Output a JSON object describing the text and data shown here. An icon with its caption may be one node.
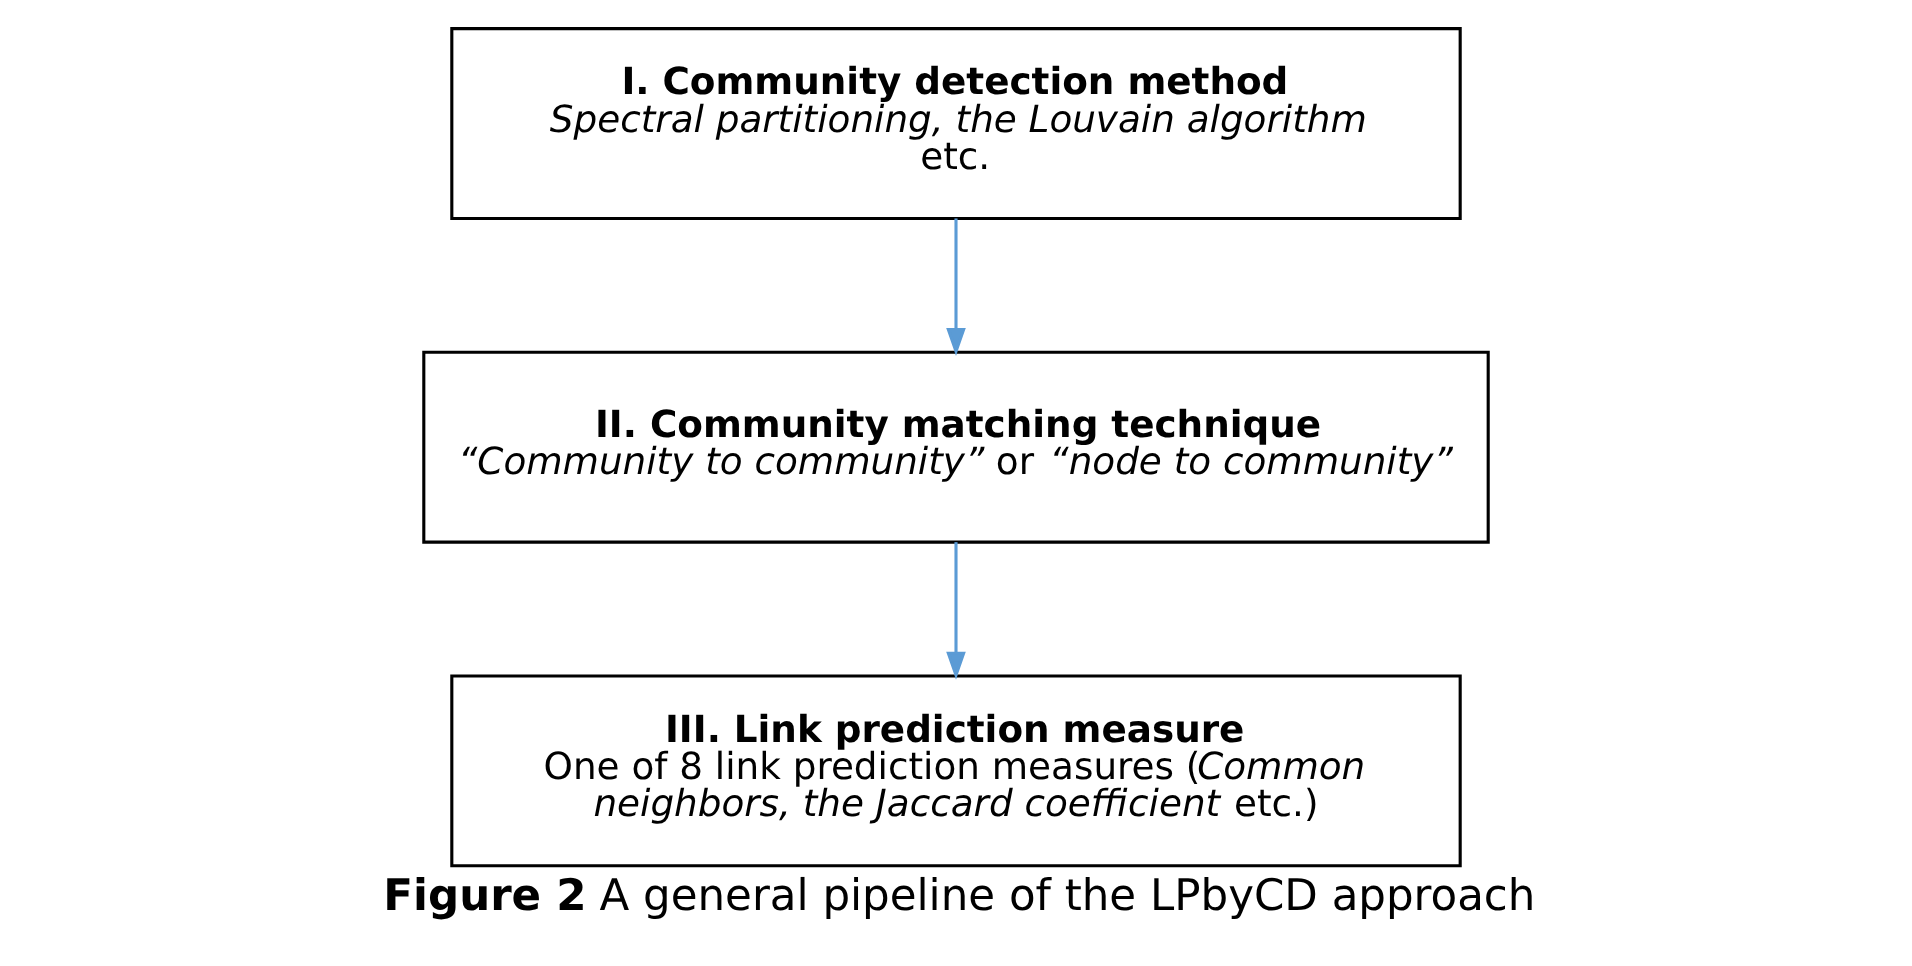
{
  "diagram": {
    "caption": "**Figure 2** A general pipeline of the LPbyCD approach",
    "nodes": [
      {
        "text": [
          "I. Community detection method",
          "*Spectral partitioning, the Louvain algorithm* etc."
        ]
      },
      {
        "text": [
          "II. Community matching technique",
          "*“Community to community”* or *“node to community”*"
        ]
      },
      {
        "text": [
          "III. Link prediction measure",
          "One of 8 link prediction measures (*Common neighbors, the Jaccard coefficient* etc.)"
        ]
      }
    ],
    "edges": [
      {
        "from": 0,
        "to": 1,
        "arrow": "to"
      },
      {
        "from": 1,
        "to": 2,
        "arrow": "to"
      }
    ]
  }
}
